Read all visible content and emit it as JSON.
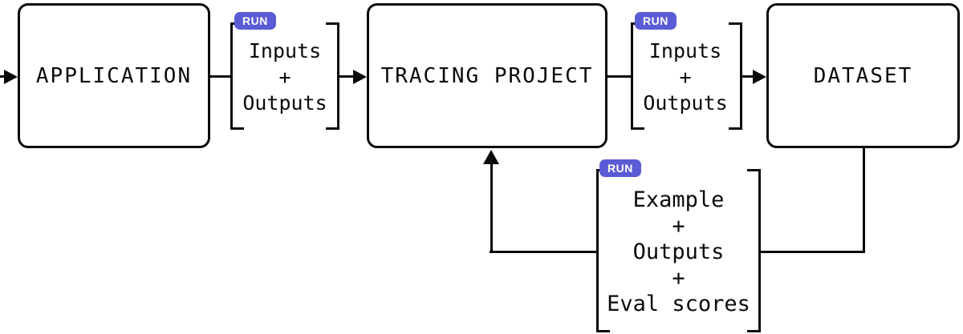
{
  "diagram": {
    "accent_color": "#5b5bd6",
    "line_color": "#0a0a0a",
    "nodes": [
      {
        "id": "application",
        "label": "APPLICATION"
      },
      {
        "id": "tracing-project",
        "label": "TRACING PROJECT"
      },
      {
        "id": "dataset",
        "label": "DATASET"
      }
    ],
    "groups": [
      {
        "id": "run-group-1",
        "badge": "RUN",
        "lines": [
          "Inputs",
          "+",
          "Outputs"
        ]
      },
      {
        "id": "run-group-2",
        "badge": "RUN",
        "lines": [
          "Inputs",
          "+",
          "Outputs"
        ]
      },
      {
        "id": "run-group-3",
        "badge": "RUN",
        "lines": [
          "Example",
          "+",
          "Outputs",
          "+",
          "Eval scores"
        ]
      }
    ]
  }
}
